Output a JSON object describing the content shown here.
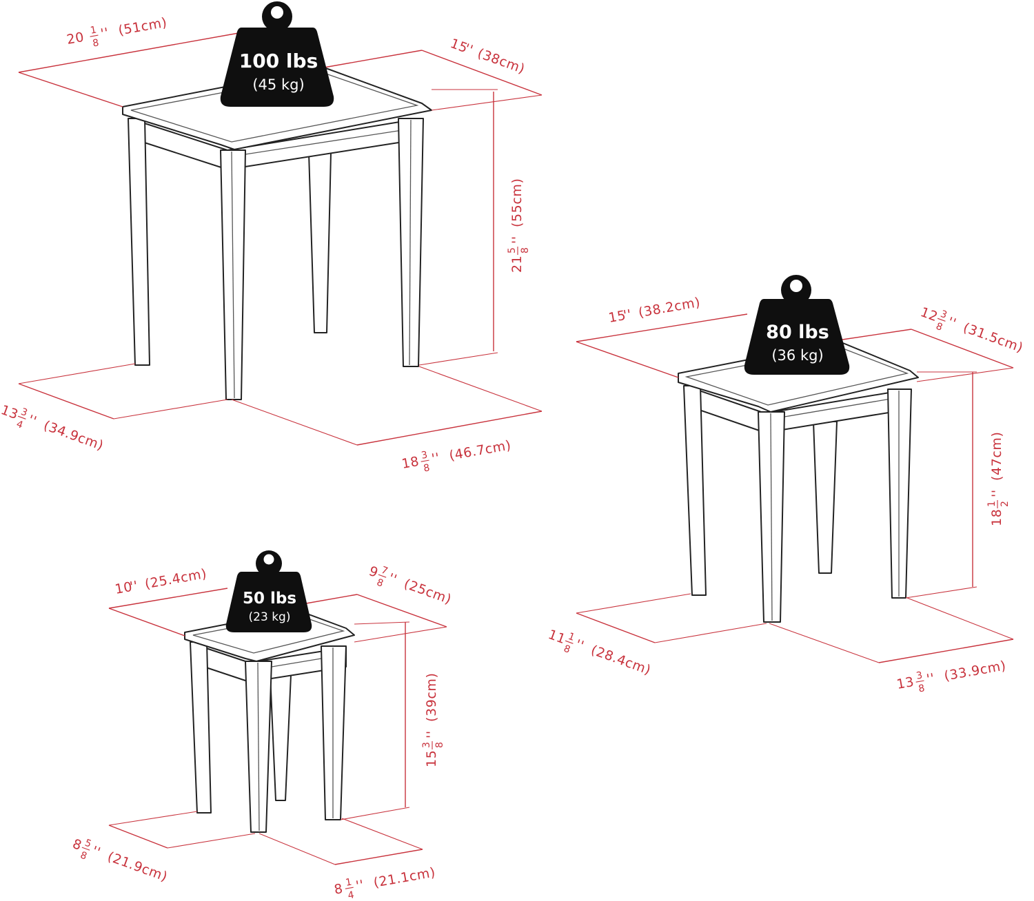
{
  "colors": {
    "dimension_line": "#c8323c",
    "outline": "#222222",
    "weight_badge": "#0f0f0f",
    "weight_text": "#ffffff",
    "background": "#ffffff"
  },
  "tables": {
    "large": {
      "weight": {
        "lbs": "100 lbs",
        "kg": "(45 kg)"
      },
      "top_width": {
        "whole": "20",
        "num": "1",
        "den": "8",
        "metric": "(51cm)"
      },
      "top_depth": {
        "whole": "15",
        "num": "",
        "den": "",
        "metric": "(38cm)"
      },
      "height": {
        "whole": "21",
        "num": "5",
        "den": "8",
        "metric": "(55cm)"
      },
      "leg_depth": {
        "whole": "13",
        "num": "3",
        "den": "4",
        "metric": "(34.9cm)"
      },
      "leg_width": {
        "whole": "18",
        "num": "3",
        "den": "8",
        "metric": "(46.7cm)"
      }
    },
    "medium": {
      "weight": {
        "lbs": "80 lbs",
        "kg": "(36 kg)"
      },
      "top_width": {
        "whole": "15",
        "num": "",
        "den": "",
        "metric": "(38.2cm)"
      },
      "top_depth": {
        "whole": "12",
        "num": "3",
        "den": "8",
        "metric": "(31.5cm)"
      },
      "height": {
        "whole": "18",
        "num": "1",
        "den": "2",
        "metric": "(47cm)"
      },
      "leg_depth": {
        "whole": "11",
        "num": "1",
        "den": "8",
        "metric": "(28.4cm)"
      },
      "leg_width": {
        "whole": "13",
        "num": "3",
        "den": "8",
        "metric": "(33.9cm)"
      }
    },
    "small": {
      "weight": {
        "lbs": "50 lbs",
        "kg": "(23 kg)"
      },
      "top_width": {
        "whole": "10",
        "num": "",
        "den": "",
        "metric": "(25.4cm)"
      },
      "top_depth": {
        "whole": "9",
        "num": "7",
        "den": "8",
        "metric": "(25cm)"
      },
      "height": {
        "whole": "15",
        "num": "3",
        "den": "8",
        "metric": "(39cm)"
      },
      "leg_depth": {
        "whole": "8",
        "num": "5",
        "den": "8",
        "metric": "(21.9cm)"
      },
      "leg_width": {
        "whole": "8",
        "num": "1",
        "den": "4",
        "metric": "(21.1cm)"
      }
    }
  },
  "icons": {
    "weight": "kettlebell-weight-icon"
  }
}
